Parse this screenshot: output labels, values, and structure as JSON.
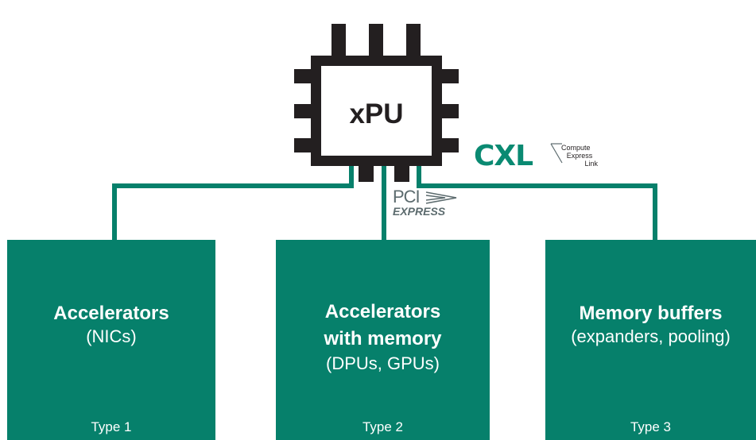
{
  "chip": {
    "label": "xPU"
  },
  "logos": {
    "cxl": {
      "word": "CXL",
      "tagline": [
        "Compute",
        "Express",
        "Link"
      ]
    },
    "pcie": {
      "word": "PCI",
      "express": "EXPRESS"
    }
  },
  "boxes": [
    {
      "title": [
        "Accelerators"
      ],
      "subtitle": "(NICs)",
      "type": "Type 1"
    },
    {
      "title": [
        "Accelerators",
        "with memory"
      ],
      "subtitle": "(DPUs, GPUs)",
      "type": "Type 2"
    },
    {
      "title": [
        "Memory buffers"
      ],
      "subtitle": "(expanders, pooling)",
      "type": "Type 3"
    }
  ],
  "colors": {
    "green": "#06806b",
    "chip": "#231f20",
    "cxl_green": "#0a8a72",
    "pcie_gray": "#5c6b6e"
  }
}
